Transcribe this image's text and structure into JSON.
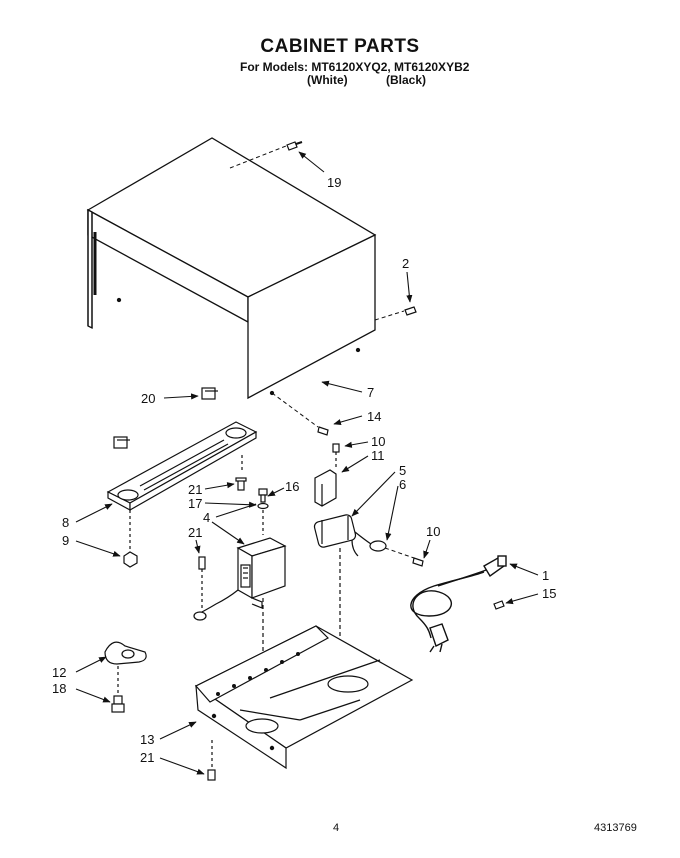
{
  "header": {
    "title": "CABINET PARTS",
    "models_line": "For Models: MT6120XYQ2, MT6120XYB2",
    "variant_white": "(White)",
    "variant_black": "(Black)"
  },
  "callouts": [
    {
      "id": "c19",
      "text": "19"
    },
    {
      "id": "c2",
      "text": "2"
    },
    {
      "id": "c20",
      "text": "20"
    },
    {
      "id": "c7",
      "text": "7"
    },
    {
      "id": "c14",
      "text": "14"
    },
    {
      "id": "c10a",
      "text": "10"
    },
    {
      "id": "c11",
      "text": "11"
    },
    {
      "id": "c5",
      "text": "5"
    },
    {
      "id": "c6",
      "text": "6"
    },
    {
      "id": "c10b",
      "text": "10"
    },
    {
      "id": "c21a",
      "text": "21"
    },
    {
      "id": "c16",
      "text": "16"
    },
    {
      "id": "c17",
      "text": "17"
    },
    {
      "id": "c4",
      "text": "4"
    },
    {
      "id": "c8",
      "text": "8"
    },
    {
      "id": "c21b",
      "text": "21"
    },
    {
      "id": "c9",
      "text": "9"
    },
    {
      "id": "c1",
      "text": "1"
    },
    {
      "id": "c15",
      "text": "15"
    },
    {
      "id": "c12",
      "text": "12"
    },
    {
      "id": "c18",
      "text": "18"
    },
    {
      "id": "c13",
      "text": "13"
    },
    {
      "id": "c21c",
      "text": "21"
    }
  ],
  "footer": {
    "page_number": "4",
    "document_number": "4313769"
  }
}
